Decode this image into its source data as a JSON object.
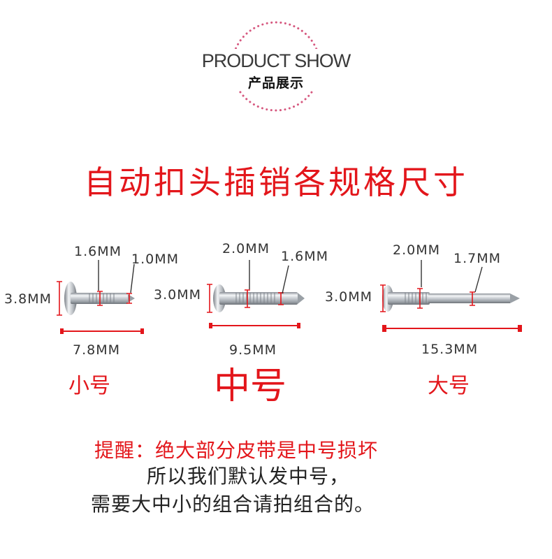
{
  "badge": {
    "title_en": "PRODUCT SHOW",
    "title_cn": "产品展示"
  },
  "headline": "自动扣头插销各规格尺寸",
  "pins": {
    "small": {
      "head_height": "3.8MM",
      "body_diameter": "1.6MM",
      "tip_diameter": "1.0MM",
      "length": "7.8MM",
      "size_label": "小号"
    },
    "medium": {
      "head_height": "3.0MM",
      "body_diameter": "2.0MM",
      "tip_diameter": "1.6MM",
      "length": "9.5MM",
      "size_label": "中号"
    },
    "large": {
      "head_height": "3.0MM",
      "body_diameter": "2.0MM",
      "tip_diameter": "1.7MM",
      "length": "15.3MM",
      "size_label": "大号"
    }
  },
  "notes": {
    "line1": "提醒：绝大部分皮带是中号损坏",
    "line2": "所以我们默认发中号，",
    "line3": "需要大中小的组合请拍组合的。"
  },
  "colors": {
    "accent_red": "#e3161b",
    "badge_dots": "#d6587f",
    "text": "#333333"
  }
}
